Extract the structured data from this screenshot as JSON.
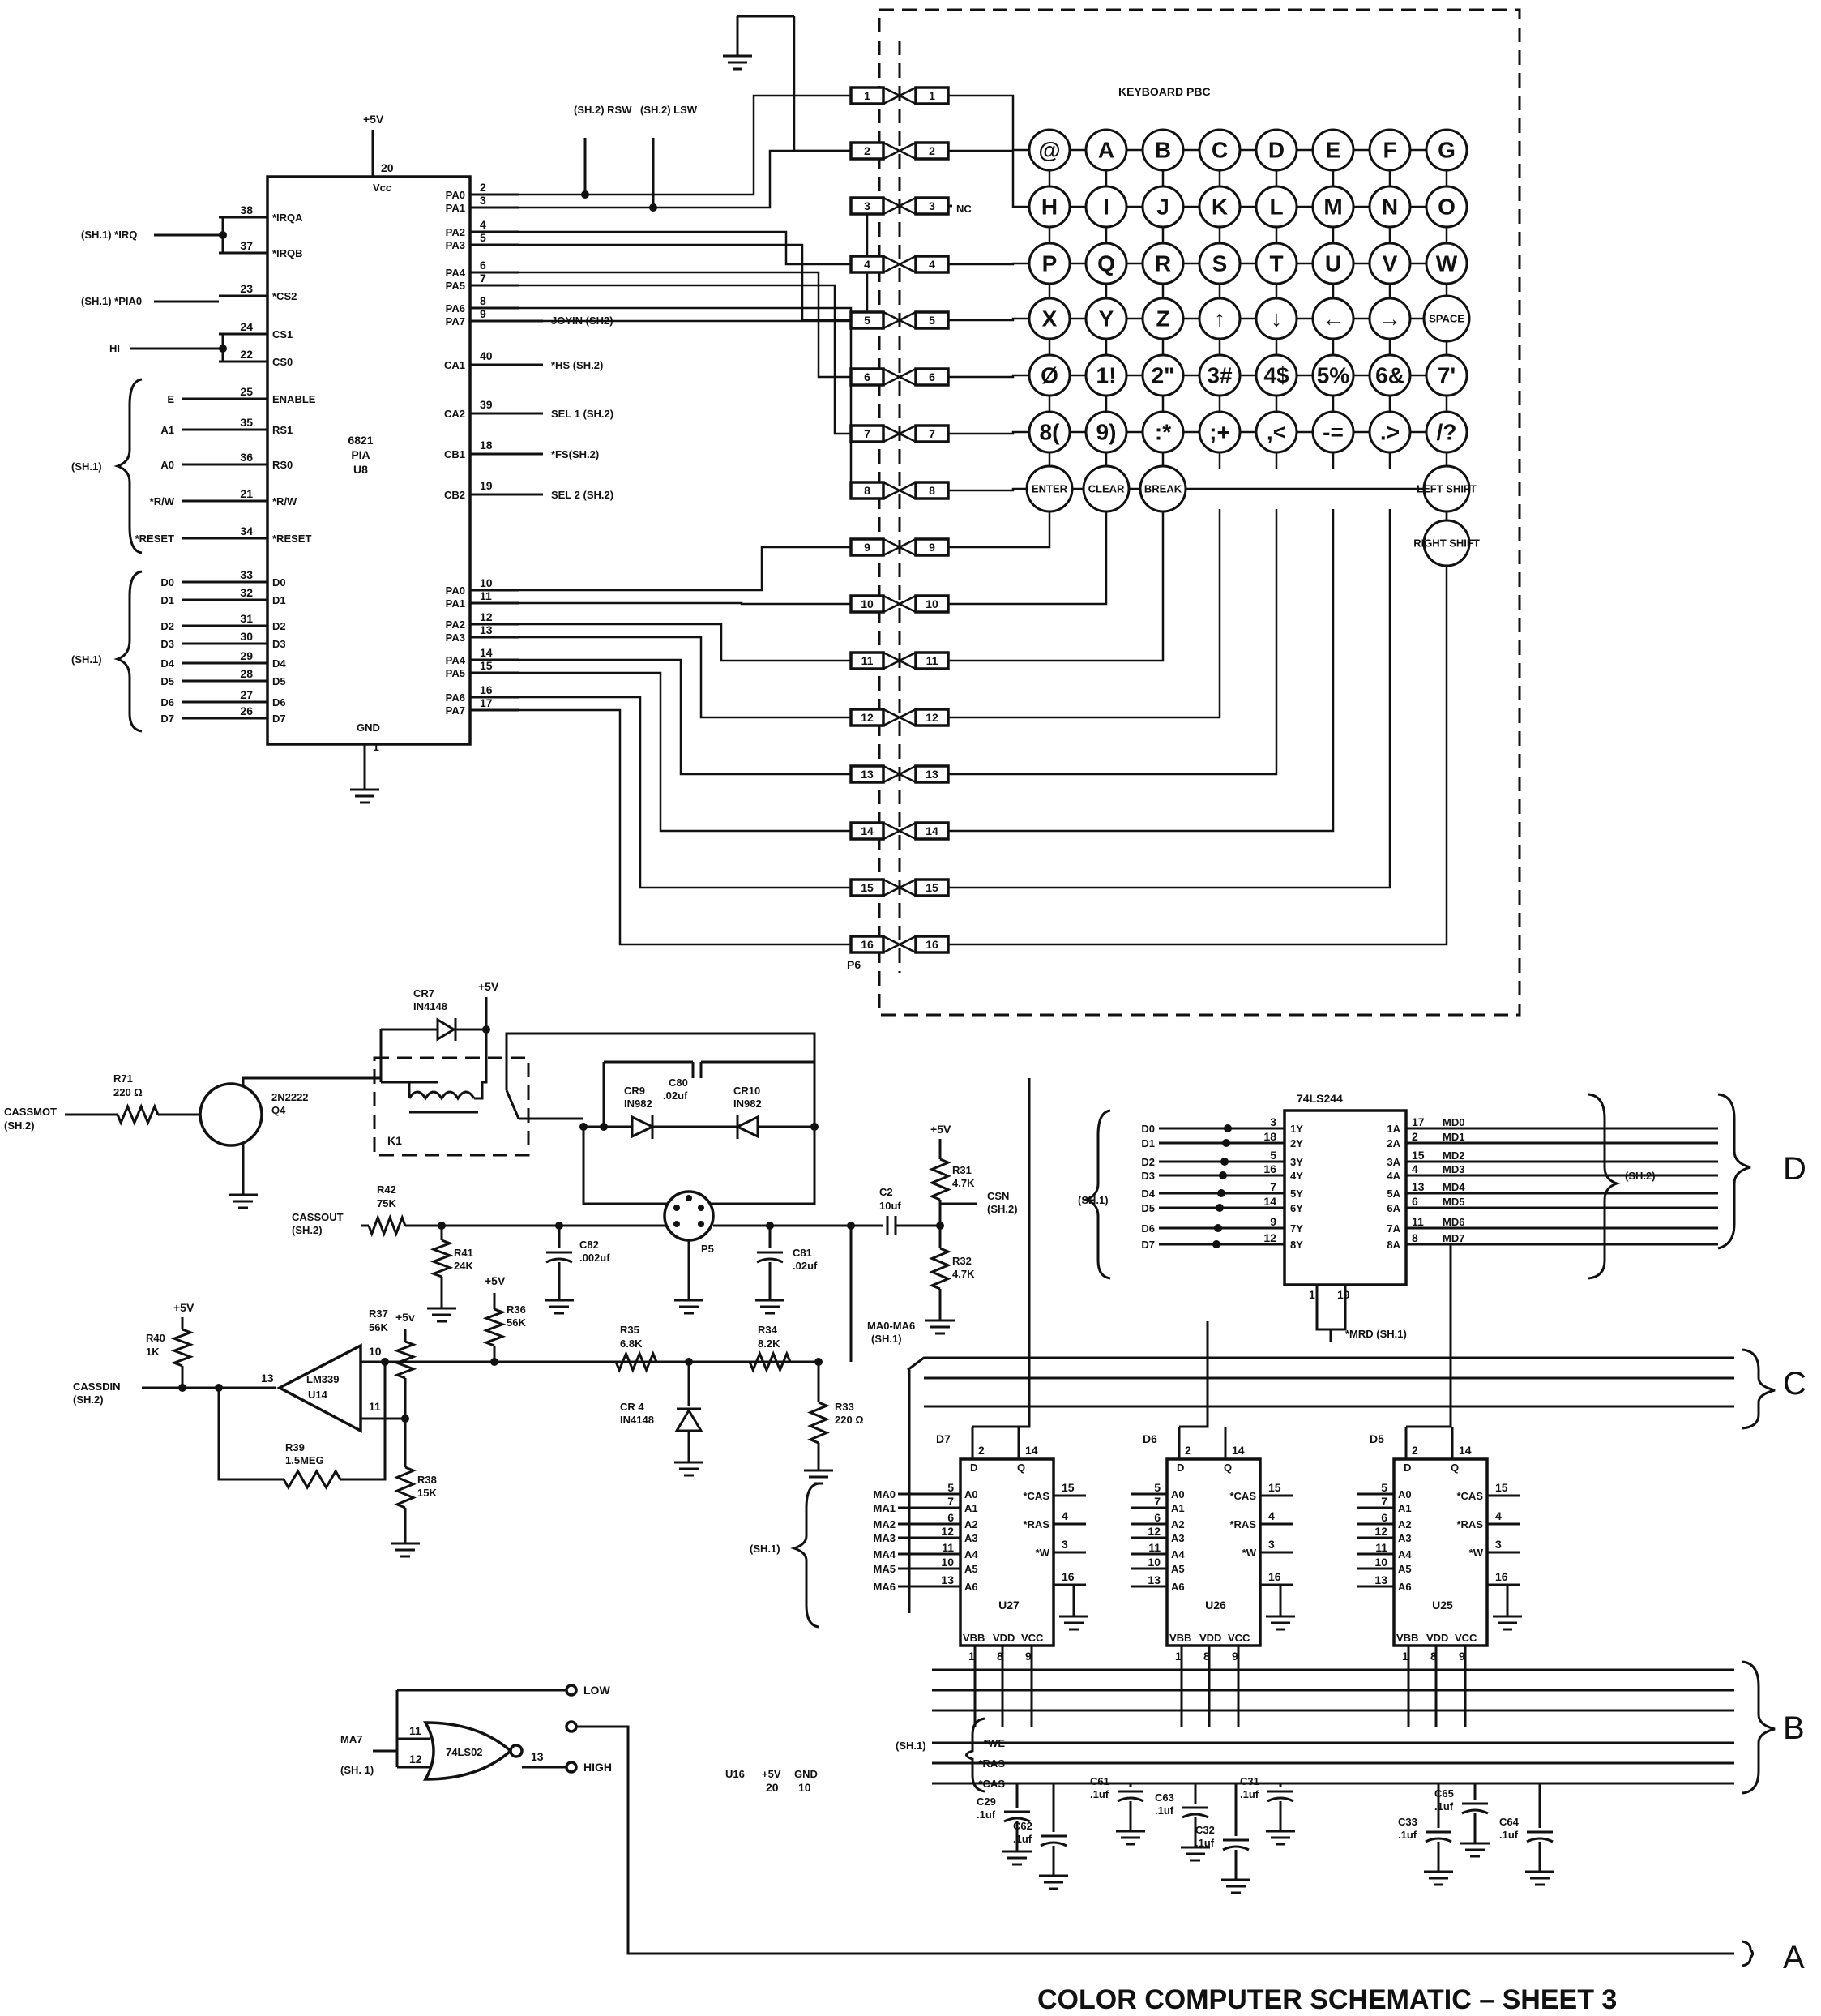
{
  "title": "COLOR COMPUTER SCHEMATIC – SHEET 3",
  "keyboard": {
    "title": "KEYBOARD PBC",
    "rows": [
      [
        "@",
        "A",
        "B",
        "C",
        "D",
        "E",
        "F",
        "G"
      ],
      [
        "H",
        "I",
        "J",
        "K",
        "L",
        "M",
        "N",
        "O"
      ],
      [
        "P",
        "Q",
        "R",
        "S",
        "T",
        "U",
        "V",
        "W"
      ],
      [
        "X",
        "Y",
        "Z",
        "↑",
        "↓",
        "←",
        "→",
        "SPACE"
      ],
      [
        "Ø",
        "1!",
        "2\"",
        "3#",
        "4$",
        "5%",
        "6&",
        "7'"
      ],
      [
        "8(",
        "9)",
        ":*",
        ";+",
        ",<",
        "-=",
        ".>",
        "/?"
      ],
      [
        "ENTER",
        "CLEAR",
        "BREAK",
        "",
        "",
        "",
        "",
        "LEFT SHIFT"
      ],
      [
        "",
        "",
        "",
        "",
        "",
        "",
        "",
        "RIGHT SHIFT"
      ]
    ],
    "connector": "P6",
    "connector_pins": [
      "1",
      "2",
      "3",
      "4",
      "5",
      "6",
      "7",
      "8",
      "9",
      "10",
      "11",
      "12",
      "13",
      "14",
      "15",
      "16"
    ],
    "nc": "NC"
  },
  "pia": {
    "name": "6821",
    "sub": "PIA",
    "ref": "U8",
    "vcc": "Vcc",
    "vcc_pin": "20",
    "plus5": "+5V",
    "gnd": "GND",
    "gnd_pin": "1",
    "left_pins": [
      {
        "pin": "38",
        "label": "*IRQA"
      },
      {
        "pin": "37",
        "label": "*IRQB"
      },
      {
        "pin": "23",
        "label": "*CS2"
      },
      {
        "pin": "24",
        "label": "CS1"
      },
      {
        "pin": "22",
        "label": "CS0"
      },
      {
        "pin": "25",
        "label": "ENABLE"
      },
      {
        "pin": "35",
        "label": "RS1"
      },
      {
        "pin": "36",
        "label": "RS0"
      },
      {
        "pin": "21",
        "label": "*R/W"
      },
      {
        "pin": "34",
        "label": "*RESET"
      },
      {
        "pin": "33",
        "label": "D0"
      },
      {
        "pin": "32",
        "label": "D1"
      },
      {
        "pin": "31",
        "label": "D2"
      },
      {
        "pin": "30",
        "label": "D3"
      },
      {
        "pin": "29",
        "label": "D4"
      },
      {
        "pin": "28",
        "label": "D5"
      },
      {
        "pin": "27",
        "label": "D6"
      },
      {
        "pin": "26",
        "label": "D7"
      }
    ],
    "right_pins_a": [
      {
        "pin": "2",
        "label": "PA0"
      },
      {
        "pin": "3",
        "label": "PA1"
      },
      {
        "pin": "4",
        "label": "PA2"
      },
      {
        "pin": "5",
        "label": "PA3"
      },
      {
        "pin": "6",
        "label": "PA4"
      },
      {
        "pin": "7",
        "label": "PA5"
      },
      {
        "pin": "8",
        "label": "PA6"
      },
      {
        "pin": "9",
        "label": "PA7"
      }
    ],
    "right_ctrl": [
      {
        "pin": "40",
        "label": "CA1",
        "sig": "*HS (SH.2)"
      },
      {
        "pin": "39",
        "label": "CA2",
        "sig": "SEL 1 (SH.2)"
      },
      {
        "pin": "18",
        "label": "CB1",
        "sig": "*FS(SH.2)"
      },
      {
        "pin": "19",
        "label": "CB2",
        "sig": "SEL 2 (SH.2)"
      }
    ],
    "right_pins_b": [
      {
        "pin": "10",
        "label": "PA0"
      },
      {
        "pin": "11",
        "label": "PA1"
      },
      {
        "pin": "12",
        "label": "PA2"
      },
      {
        "pin": "13",
        "label": "PA3"
      },
      {
        "pin": "14",
        "label": "PA4"
      },
      {
        "pin": "15",
        "label": "PA5"
      },
      {
        "pin": "16",
        "label": "PA6"
      },
      {
        "pin": "17",
        "label": "PA7"
      }
    ],
    "joyin": "JOYIN (SH2)",
    "rsw": "(SH.2) RSW",
    "lsw": "(SH.2) LSW",
    "sig_irq": "(SH.1) *IRQ",
    "sig_pia0": "(SH.1) *PIA0",
    "sig_hi": "HI",
    "sh1": "(SH.1)",
    "ctrl_sigs": [
      "E",
      "A1",
      "A0",
      "*R/W",
      "*RESET"
    ],
    "data_sigs": [
      "D0",
      "D1",
      "D2",
      "D3",
      "D4",
      "D5",
      "D6",
      "D7"
    ]
  },
  "cassette": {
    "r71": "R71",
    "r71v": "220 Ω",
    "cassmot": "CASSMOT",
    "cassmot_sh": "(SH.2)",
    "q4": "2N2222",
    "q4ref": "Q4",
    "cr7": "CR7",
    "cr7v": "IN4148",
    "plus5": "+5V",
    "k1": "K1",
    "c80": "C80",
    "c80v": ".02uf",
    "cr9": "CR9",
    "cr9v": "IN982",
    "cr10": "CR10",
    "cr10v": "IN982",
    "r42": "R42",
    "r42v": "75K",
    "cassout": "CASSOUT",
    "cassout_sh": "(SH.2)",
    "r41": "R41",
    "r41v": "24K",
    "c82": "C82",
    "c82v": ".002uf",
    "p5": "P5",
    "c81": "C81",
    "c81v": ".02uf",
    "c2": "C2",
    "c2v": "10uf",
    "r31": "R31",
    "r31v": "4.7K",
    "csn": "CSN",
    "csn_sh": "(SH.2)",
    "r32": "R32",
    "r32v": "4.7K",
    "plus5b": "+5V",
    "r40": "R40",
    "r40v": "1K",
    "plus5c": "+5V",
    "cassdin": "CASSDIN",
    "cassdin_sh": "(SH.2)",
    "lm339": "LM339",
    "u14": "U14",
    "r39": "R39",
    "r39v": "1.5MEG",
    "r37": "R37",
    "r37v": "56K",
    "plus5v": "+5v",
    "r36": "R36",
    "r36v": "56K",
    "plus5d": "+5V",
    "r38": "R38",
    "r38v": "15K",
    "r35": "R35",
    "r35v": "6.8K",
    "r34": "R34",
    "r34v": "8.2K",
    "cr4": "CR 4",
    "cr4v": "IN4148",
    "r33": "R33",
    "r33v": "220 Ω",
    "pin13": "13",
    "pin10": "10",
    "pin11": "11"
  },
  "buffer": {
    "name": "74LS244",
    "inputs": [
      "D0",
      "D1",
      "D2",
      "D3",
      "D4",
      "D5",
      "D6",
      "D7"
    ],
    "in_pins": [
      "3",
      "18",
      "5",
      "16",
      "7",
      "14",
      "9",
      "12"
    ],
    "in_labels": [
      "1Y",
      "2Y",
      "3Y",
      "4Y",
      "5Y",
      "6Y",
      "7Y",
      "8Y"
    ],
    "out_labels": [
      "1A",
      "2A",
      "3A",
      "4A",
      "5A",
      "6A",
      "7A",
      "8A"
    ],
    "out_pins": [
      "17",
      "2",
      "15",
      "4",
      "13",
      "6",
      "11",
      "8"
    ],
    "outputs": [
      "MD0",
      "MD1",
      "MD2",
      "MD3",
      "MD4",
      "MD5",
      "MD6",
      "MD7"
    ],
    "sh1": "(SH.1)",
    "sh2": "(SH.2)",
    "en_pins": [
      "1",
      "19"
    ],
    "mrd": "*MRD (SH.1)"
  },
  "rams": [
    {
      "ref": "U27",
      "bit": "D7"
    },
    {
      "ref": "U26",
      "bit": "D6"
    },
    {
      "ref": "U25",
      "bit": "D5"
    }
  ],
  "ram_pins": {
    "d": "D",
    "q": "Q",
    "d_pin": "2",
    "q_pin": "14",
    "addr": [
      {
        "pin": "5",
        "l": "A0"
      },
      {
        "pin": "7",
        "l": "A1"
      },
      {
        "pin": "6",
        "l": "A2"
      },
      {
        "pin": "12",
        "l": "A3"
      },
      {
        "pin": "11",
        "l": "A4"
      },
      {
        "pin": "10",
        "l": "A5"
      },
      {
        "pin": "13",
        "l": "A6"
      }
    ],
    "ctrl": [
      {
        "pin": "15",
        "l": "*CAS"
      },
      {
        "pin": "4",
        "l": "*RAS"
      },
      {
        "pin": "3",
        "l": "*W"
      },
      {
        "pin": "16",
        "l": ""
      }
    ],
    "vbb": "VBB",
    "vdd": "VDD",
    "vcc": "VCC",
    "p1": "1",
    "p8": "8",
    "p9": "9"
  },
  "mem_addr": {
    "label": "MA0-MA6",
    "sh": "(SH.1)",
    "lines": [
      "MA0",
      "MA1",
      "MA2",
      "MA3",
      "MA4",
      "MA5",
      "MA6"
    ],
    "sh1": "(SH.1)"
  },
  "bus_b": {
    "sh": "(SH.1)",
    "sigs": [
      "*WE",
      "*RAS",
      "*CAS"
    ]
  },
  "caps": [
    {
      "ref": "C29",
      "v": ".1uf"
    },
    {
      "ref": "C62",
      "v": ".1uf"
    },
    {
      "ref": "C61",
      "v": ".1uf"
    },
    {
      "ref": "C63",
      "v": ".1uf"
    },
    {
      "ref": "C32",
      "v": ".1uf"
    },
    {
      "ref": "C31",
      "v": ".1uf"
    },
    {
      "ref": "C33",
      "v": ".1uf"
    },
    {
      "ref": "C65",
      "v": ".1uf"
    },
    {
      "ref": "C64",
      "v": ".1uf"
    }
  ],
  "gate": {
    "name": "74LS02",
    "in": "MA7",
    "in_sh": "(SH. 1)",
    "p11": "11",
    "p12": "12",
    "p13": "13",
    "low": "LOW",
    "high": "HIGH",
    "u16": "U16",
    "plus5": "+5V",
    "gnd": "GND",
    "p20": "20",
    "p10": "10"
  },
  "buses": [
    "D",
    "C",
    "B",
    "A"
  ]
}
